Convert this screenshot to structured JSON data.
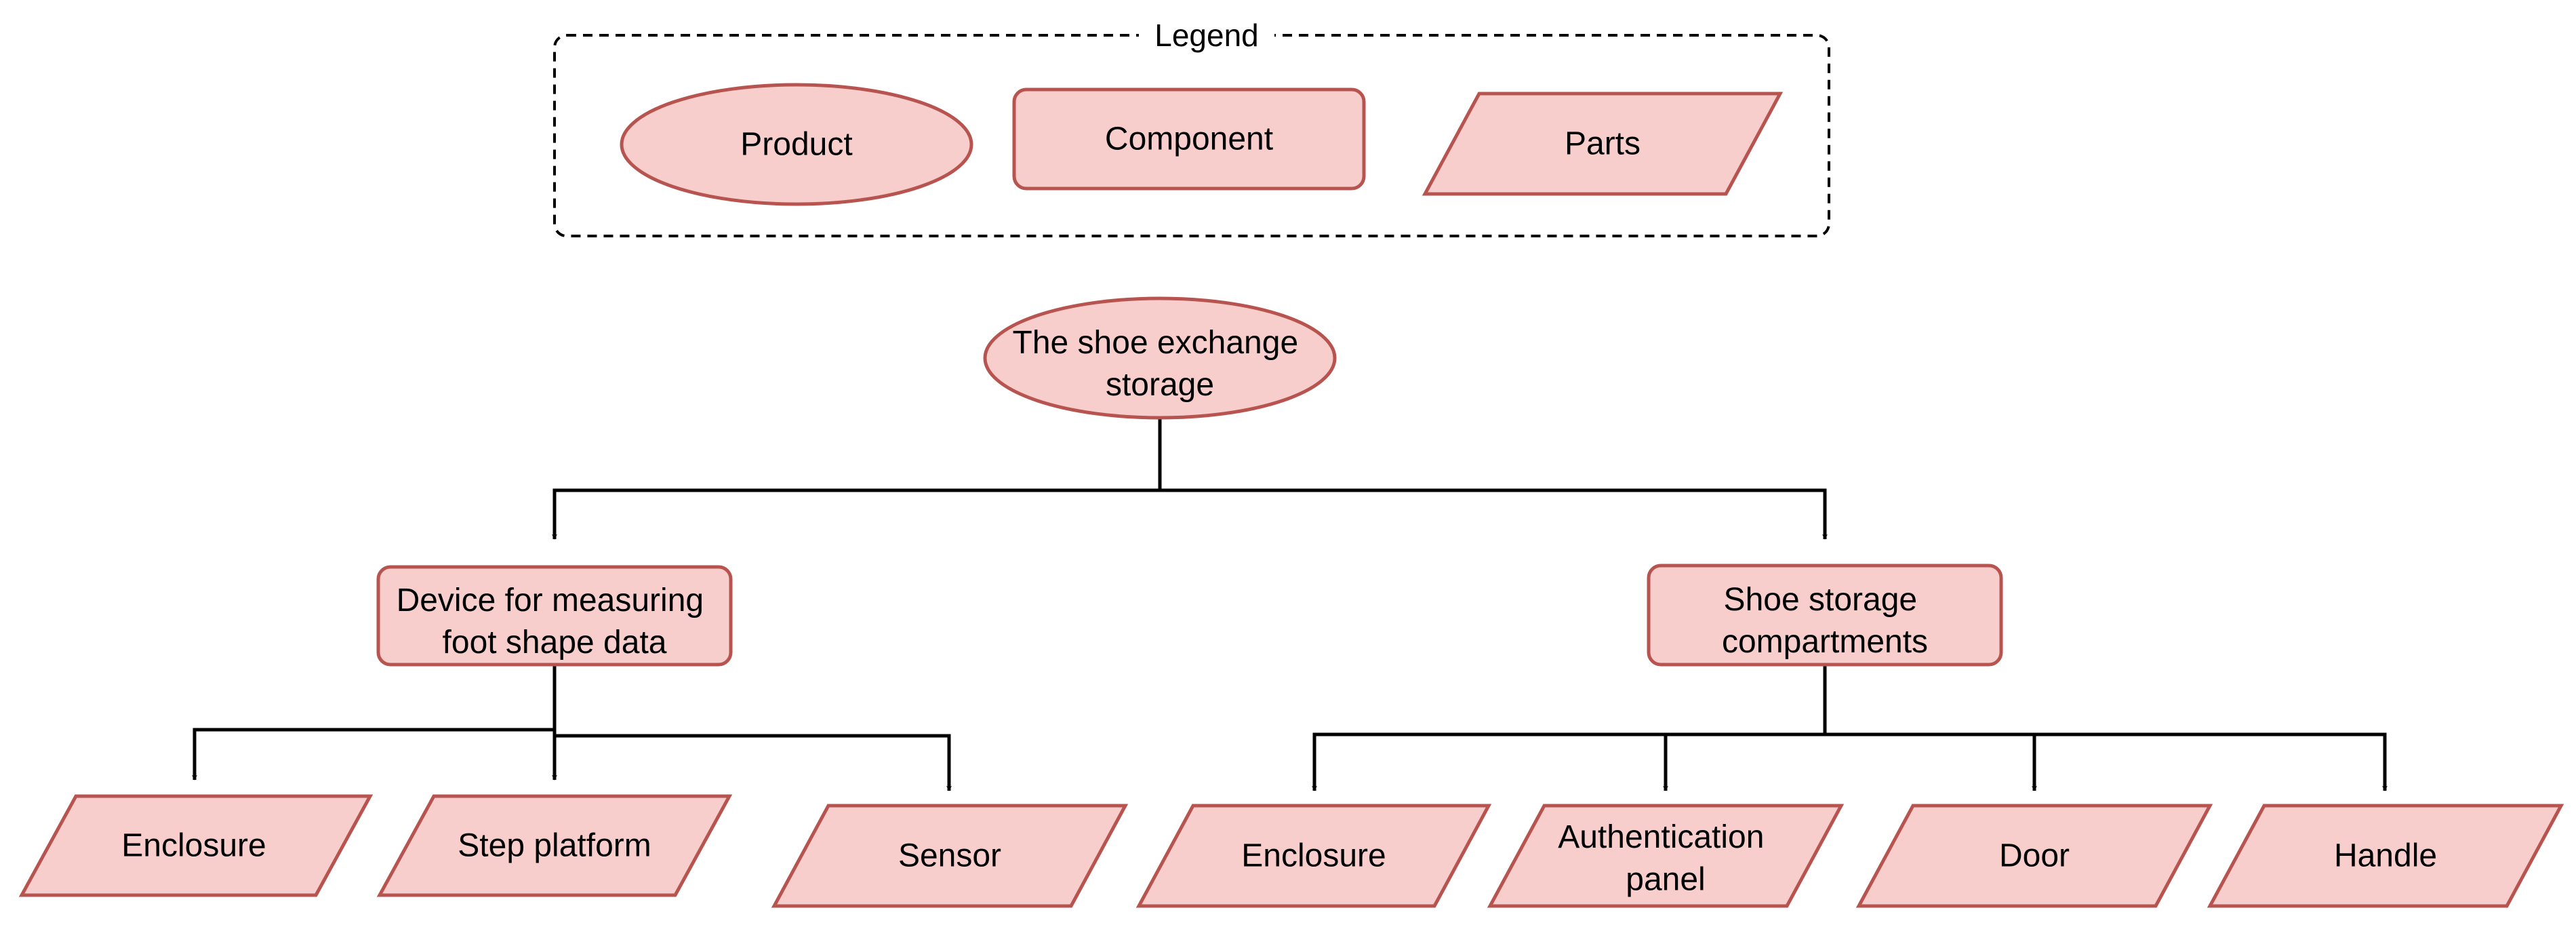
{
  "legend": {
    "title": "Legend",
    "items": {
      "product": "Product",
      "component": "Component",
      "parts": "Parts"
    }
  },
  "colors": {
    "node_fill": "#f8cecc",
    "node_stroke": "#b85450",
    "edge": "#000000"
  },
  "tree": {
    "root": {
      "lines": [
        "The shoe exchange",
        "storage"
      ]
    },
    "components": [
      {
        "lines": [
          "Device for measuring",
          "foot shape data"
        ],
        "parts": [
          {
            "lines": [
              "Enclosure"
            ]
          },
          {
            "lines": [
              "Step platform"
            ]
          },
          {
            "lines": [
              "Sensor"
            ]
          }
        ]
      },
      {
        "lines": [
          "Shoe storage",
          "compartments"
        ],
        "parts": [
          {
            "lines": [
              "Enclosure"
            ]
          },
          {
            "lines": [
              "Authentication",
              "panel"
            ]
          },
          {
            "lines": [
              "Door"
            ]
          },
          {
            "lines": [
              "Handle"
            ]
          }
        ]
      }
    ]
  }
}
